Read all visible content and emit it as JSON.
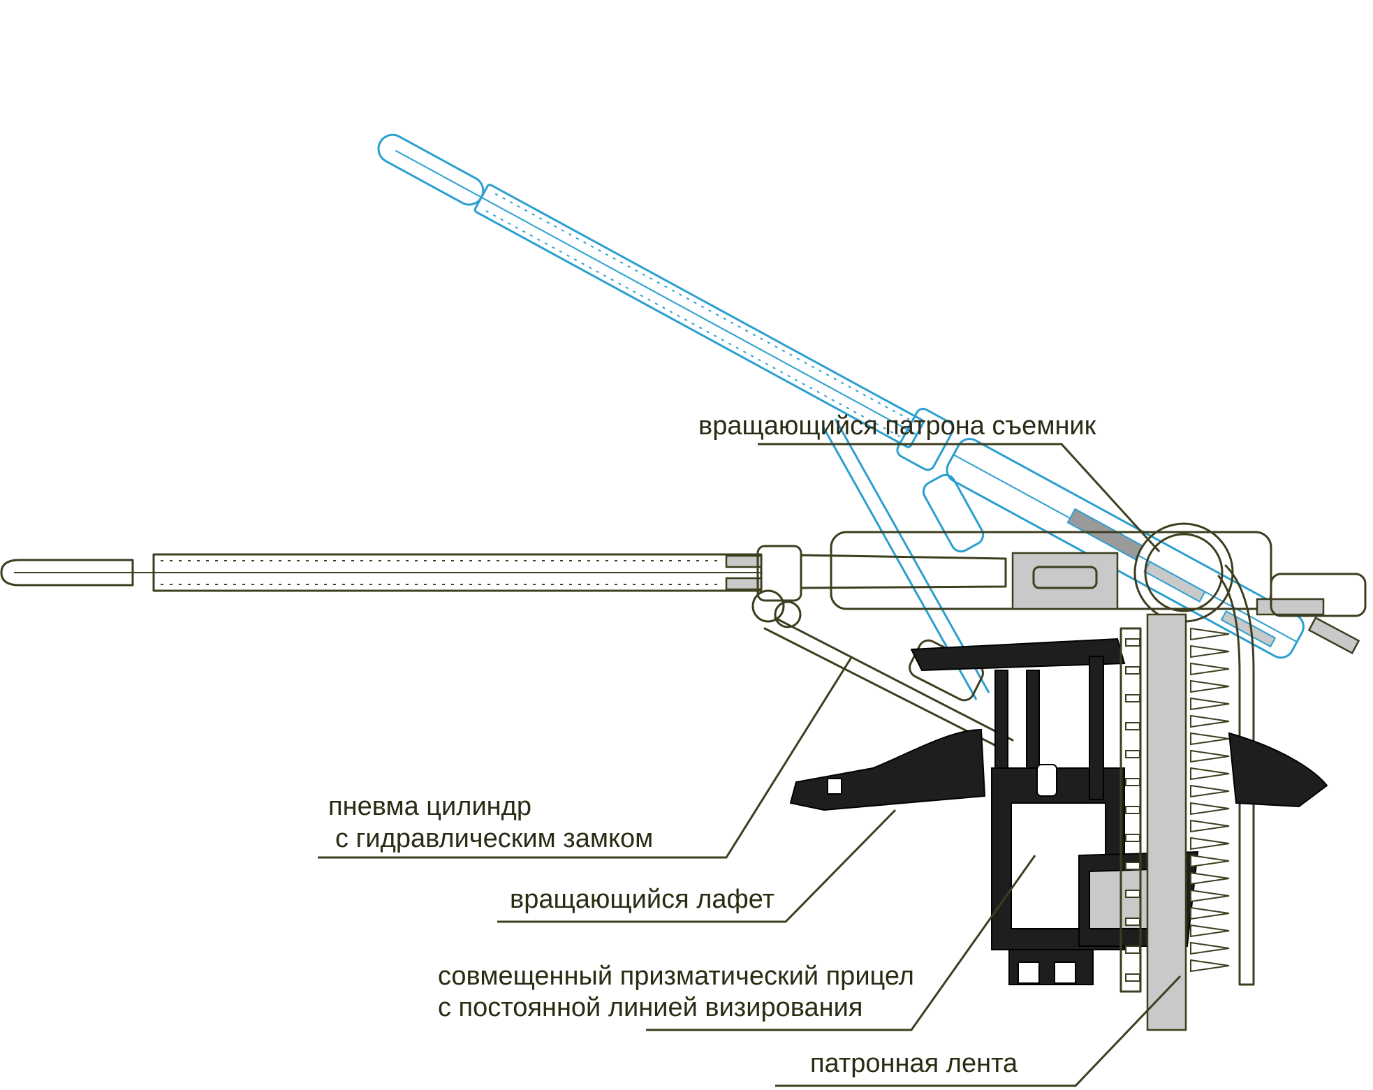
{
  "labels": {
    "extractor": "вращающийся патрона съемник",
    "cylinder_line1": "пневма цилиндр",
    "cylinder_line2": "с гидравлическим замком",
    "carriage": "вращающийся лафет",
    "sight_line1": "совмещенный призматический прицел",
    "sight_line2": "с постоянной линией визирования",
    "belt": "патронная лента"
  },
  "colors": {
    "raised_position": "#2a9fd0",
    "lowered_position": "#3d3d1f",
    "carriage_fill": "#1e1e1e",
    "parts_fill": "#c9c9c9",
    "background": "#ffffff"
  }
}
